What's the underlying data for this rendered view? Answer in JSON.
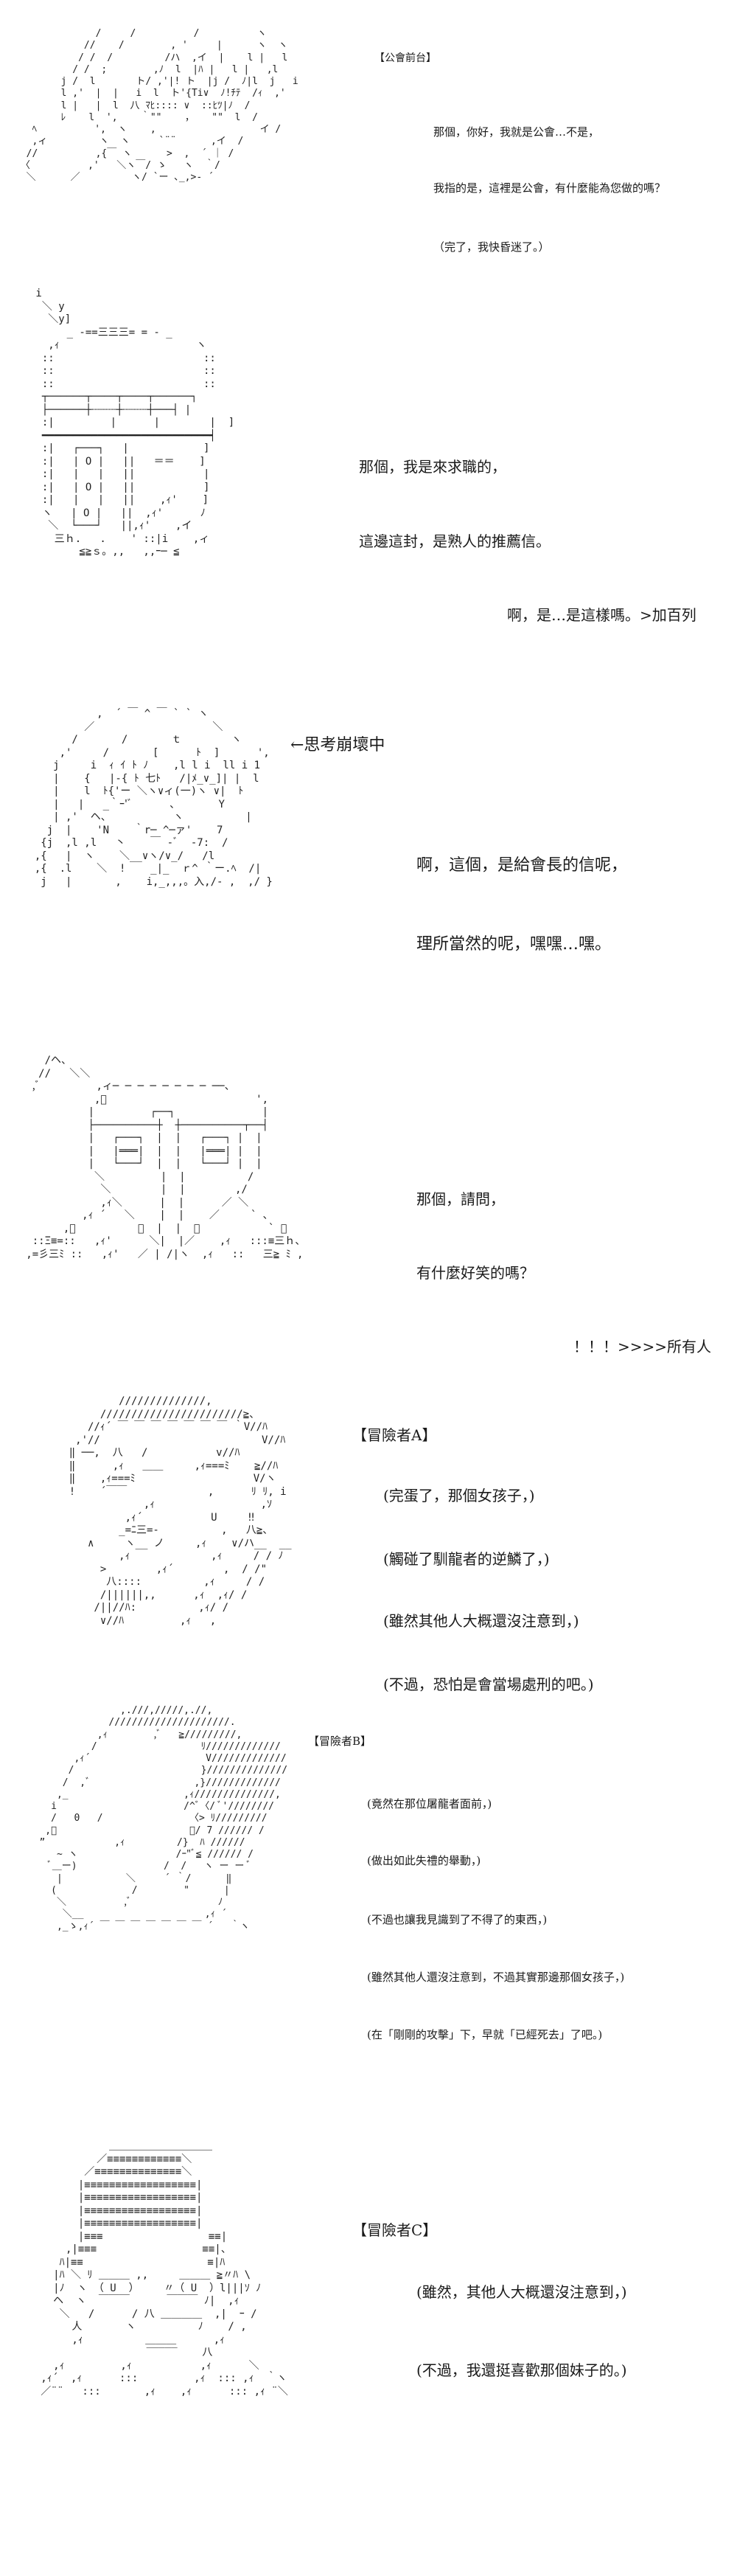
{
  "panels": [
    {
      "speaker": "【公會前台】",
      "lines": [
        "那個，你好，我就是公會…不是，",
        "我指的是，這裡是公會，有什麼能為您做的嗎？",
        "（完了，我快昏迷了。）"
      ]
    },
    {
      "lines": [
        "那個，我是來求職的，",
        "這邊這封，是熟人的推薦信。",
        "啊，是…是這樣嗎。>加百列"
      ]
    },
    {
      "note": "←思考崩壞中",
      "lines": [
        "啊，這個，是給會長的信呢，",
        "理所當然的呢，嘿嘿…嘿。"
      ]
    },
    {
      "lines": [
        "那個，請問，",
        "有什麼好笑的嗎？",
        "！！！>>>>所有人"
      ]
    },
    {
      "speaker": "【冒險者A】",
      "lines": [
        "(完蛋了，那個女孩子，)",
        "(觸碰了馴龍者的逆鱗了，)",
        "(雖然其他人大概還沒注意到，)",
        "(不過，恐怕是會當場處刑的吧。)"
      ]
    },
    {
      "speaker": "【冒險者B】",
      "lines": [
        "(竟然在那位屠龍者面前，)",
        "(做出如此失禮的舉動，)",
        "(不過也讓我見識到了不得了的東西，)",
        "(雖然其他人還沒注意到，不過其實那邊那個女孩子，)",
        "(在「剛剛的攻擊」下，早就「已經死去」了吧。)"
      ]
    },
    {
      "speaker": "【冒險者C】",
      "lines": [
        "(雖然，其他人大概還沒注意到，)",
        "(不過，我還挺喜歡那個妹子的。)"
      ]
    }
  ]
}
